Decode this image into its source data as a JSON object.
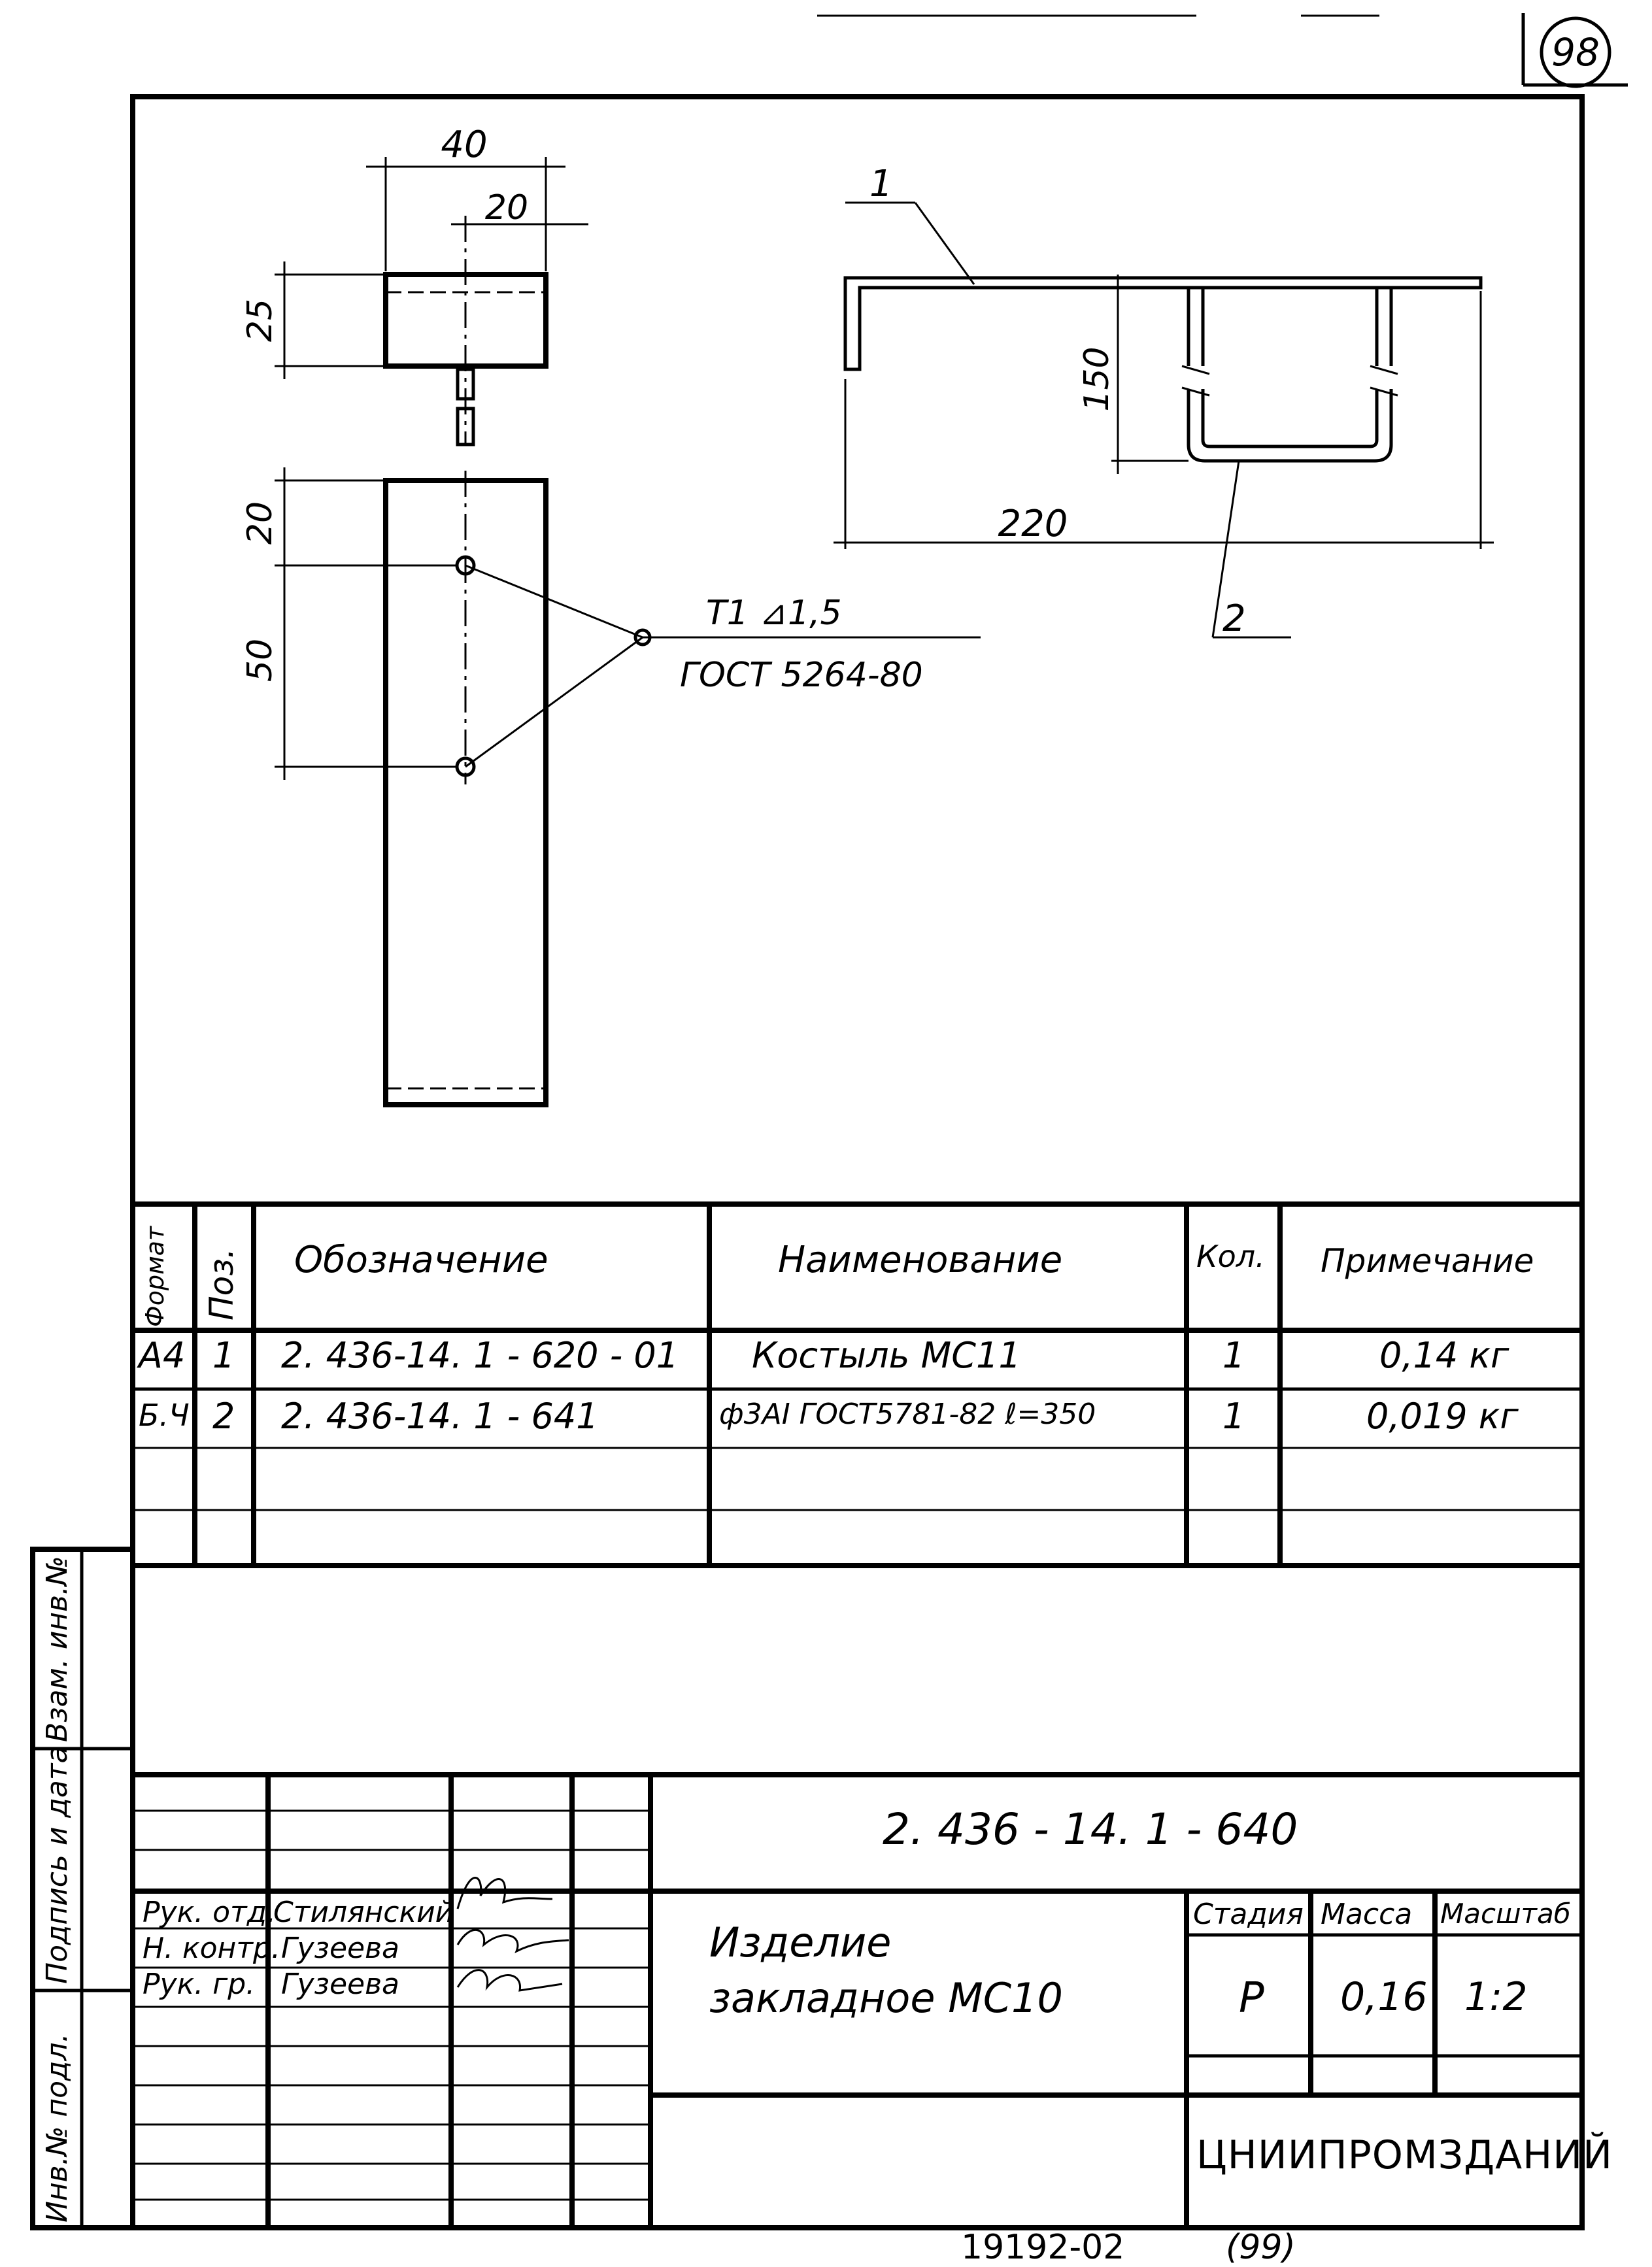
{
  "sheet": {
    "page_number": "98",
    "footer_number": "19192-02",
    "footer_page": "(99)"
  },
  "drawing": {
    "plate_width": "40",
    "plate_half": "20",
    "plate_height": "25",
    "dim_top_offset": "20",
    "dim_hole_spacing": "50",
    "weld_line1": "T1 ⊿1,5",
    "weld_line2": "ГОСТ 5264-80",
    "part1_label": "1",
    "part2_label": "2",
    "dim_150": "150",
    "dim_220": "220"
  },
  "spec_table": {
    "headers": {
      "format": "Формат",
      "pos": "Поз.",
      "designation": "Обозначение",
      "name": "Наименование",
      "qty": "Кол.",
      "note": "Примечание"
    },
    "rows": [
      {
        "format": "А4",
        "pos": "1",
        "designation": "2. 436-14. 1 - 620 - 01",
        "name": "Костыль   МС11",
        "qty": "1",
        "note": "0,14 кг"
      },
      {
        "format": "Б.Ч",
        "pos": "2",
        "designation": "2. 436-14. 1 - 641",
        "name": "ф3АⅠ ГОСТ5781-82 ℓ=350",
        "qty": "1",
        "note": "0,019 кг"
      },
      {
        "format": "",
        "pos": "",
        "designation": "",
        "name": "",
        "qty": "",
        "note": ""
      },
      {
        "format": "",
        "pos": "",
        "designation": "",
        "name": "",
        "qty": "",
        "note": ""
      }
    ]
  },
  "left_margin": {
    "field1": "Взам. инв.№",
    "field2": "Подпись и дата",
    "field3": "Инв.№ подл."
  },
  "title_block": {
    "doc_number": "2. 436 - 14. 1 - 640",
    "title_line1": "Изделие",
    "title_line2": "закладное МС10",
    "stage_label": "Стадия",
    "mass_label": "Масса",
    "scale_label": "Масштаб",
    "stage": "Р",
    "mass": "0,16",
    "scale": "1:2",
    "org": "ЦНИИПРОМЗДАНИЙ",
    "signatures": [
      {
        "role": "Рук. отд.",
        "name": "Стилянский"
      },
      {
        "role": "Н. контр.",
        "name": "Гузеева"
      },
      {
        "role": "Рук. гр.",
        "name": "Гузеева"
      }
    ]
  }
}
